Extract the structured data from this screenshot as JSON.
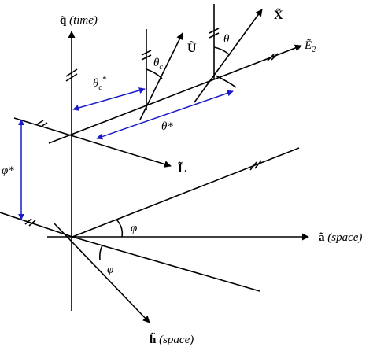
{
  "labels": {
    "q_axis": {
      "sym": "q̃",
      "extra": " (time)"
    },
    "a_axis": {
      "sym": "ã",
      "extra": " (space)"
    },
    "h_axis": {
      "sym": "h̃",
      "extra": " (space)"
    },
    "L_vec": "L̃",
    "U_vec": "Ũ",
    "X_vec": "X̃",
    "E2_vec": {
      "sym": "Ẽ",
      "sub": "2"
    },
    "theta_c": {
      "sym": "θ",
      "sub": "c"
    },
    "theta": "θ",
    "theta_c_star": {
      "sym": "θ",
      "sub": "c",
      "sup": "*"
    },
    "theta_star": "θ*",
    "phi_star": "φ*",
    "phi_upper": "φ",
    "phi_lower": "φ"
  },
  "colors": {
    "ink": "#000000",
    "dimension": "#1a1ac8"
  }
}
